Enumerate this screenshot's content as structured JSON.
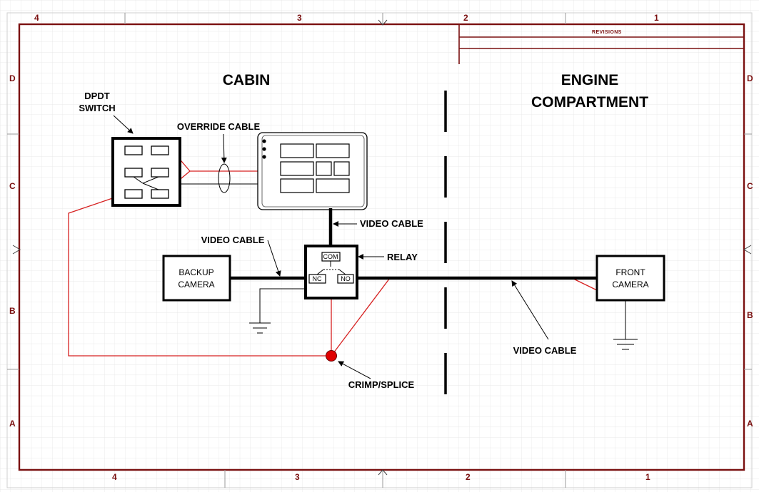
{
  "regions": {
    "cabin": "CABIN",
    "engine_line1": "ENGINE",
    "engine_line2": "COMPARTMENT"
  },
  "revisions": {
    "title": "REVISIONS"
  },
  "zones": {
    "top": [
      "4",
      "3",
      "2",
      "1"
    ],
    "bottom": [
      "4",
      "3",
      "2",
      "1"
    ],
    "left": [
      "D",
      "C",
      "B",
      "A"
    ],
    "right": [
      "D",
      "C",
      "B",
      "A"
    ]
  },
  "components": {
    "dpdt_line1": "DPDT",
    "dpdt_line2": "SWITCH",
    "backup_line1": "BACKUP",
    "backup_line2": "CAMERA",
    "front_line1": "FRONT",
    "front_line2": "CAMERA",
    "relay_com": "COM",
    "relay_nc": "NC",
    "relay_no": "NO"
  },
  "labels": {
    "override_cable": "OVERRIDE CABLE",
    "video_cable_top": "VIDEO CABLE",
    "video_cable_left": "VIDEO CABLE",
    "video_cable_right": "VIDEO CABLE",
    "relay": "RELAY",
    "crimp_splice": "CRIMP/SPLICE"
  },
  "colors": {
    "border": "#7a1010",
    "grid": "#dcdcdc",
    "signal_wire": "#d62020",
    "splice": "#e00000"
  }
}
